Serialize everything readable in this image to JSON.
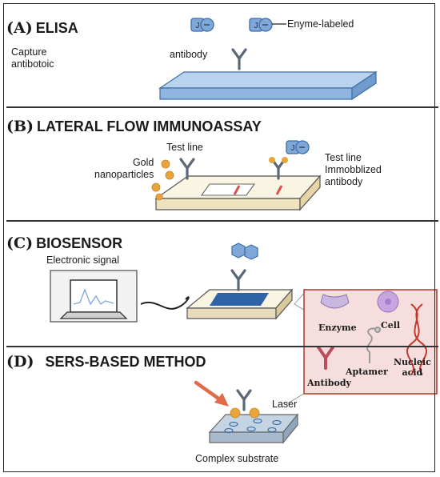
{
  "sections": {
    "a": {
      "letter": "(A)",
      "title": "ELISA",
      "capture_label": "Capture\nantibotoic",
      "antibody_label": "antibody",
      "enzyme_label": "Enyme-labeled"
    },
    "b": {
      "letter": "(B)",
      "title": "LATERAL FLOW IMMUNOASSAY",
      "gold_label": "Gold\nnanoparticles",
      "test_line_label": "Test line",
      "right_label": "Test line\nImmobblized\nantibody"
    },
    "c": {
      "letter": "(C)",
      "title": "BIOSENSOR",
      "signal_label": "Electronic signal"
    },
    "d": {
      "letter": "(D)",
      "title": "SERS-BASED METHOD",
      "laser_label": "Laser",
      "substrate_label": "Complex substrate"
    }
  },
  "recognition_box": {
    "enzyme": "Enzyme",
    "cell": "Cell",
    "antibody": "Antibody",
    "aptamer": "Aptamer",
    "nucleic_acid": "Nucleic\nacid"
  },
  "colors": {
    "elisa_plate": "#8fb6e0",
    "strip_base": "#f6edd4",
    "sensor_pad": "#2e63a8",
    "gold": "#e8a53c",
    "antibody": "#5a6878",
    "box_bg": "#f7dede",
    "box_border": "#b7412f",
    "laser_arrow": "#e06a4a"
  }
}
